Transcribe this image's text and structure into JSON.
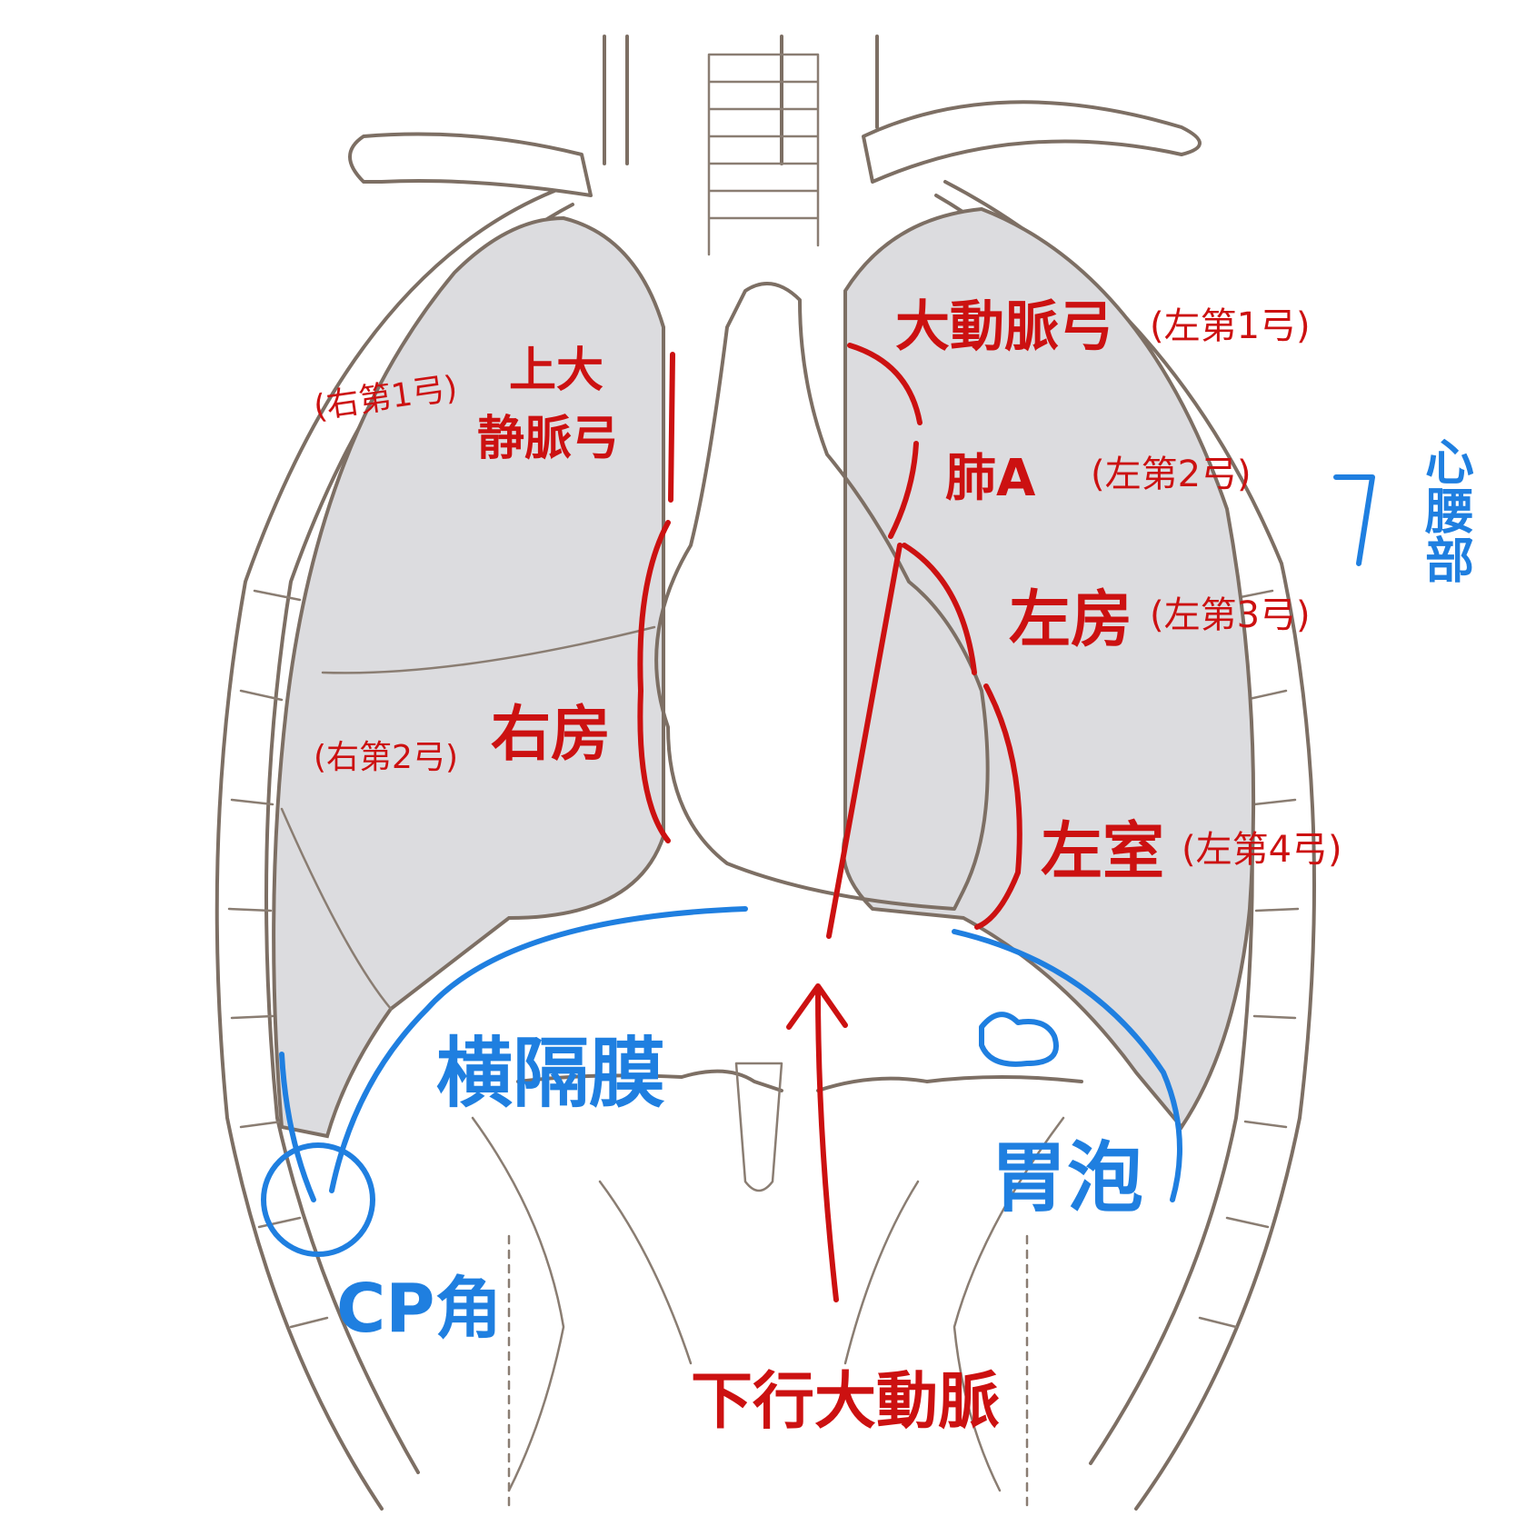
{
  "labels": {
    "svc": {
      "line1": "上大",
      "line2": "静脈弓",
      "note": "(右第1弓)"
    },
    "ra": {
      "text": "右房",
      "note": "(右第2弓)"
    },
    "aortic_arch": {
      "text": "大動脈弓",
      "note": "(左第1弓)"
    },
    "pa": {
      "text": "肺A",
      "note": "(左第2弓)"
    },
    "la": {
      "text": "左房",
      "note": "(左第3弓)"
    },
    "lv": {
      "text": "左室",
      "note": "(左第4弓)"
    },
    "cardiac_waist": {
      "text": "心腰部"
    },
    "diaphragm": {
      "text": "横隔膜"
    },
    "gastric_bubble": {
      "text": "胃泡"
    },
    "cp_angle": {
      "text": "CP角"
    },
    "descending_aorta": {
      "text": "下行大動脈"
    }
  },
  "colors": {
    "red": "#cc1111",
    "blue": "#1f7fe0",
    "lung_fill": "#dcdcdf",
    "outline": "#7d6f64"
  }
}
